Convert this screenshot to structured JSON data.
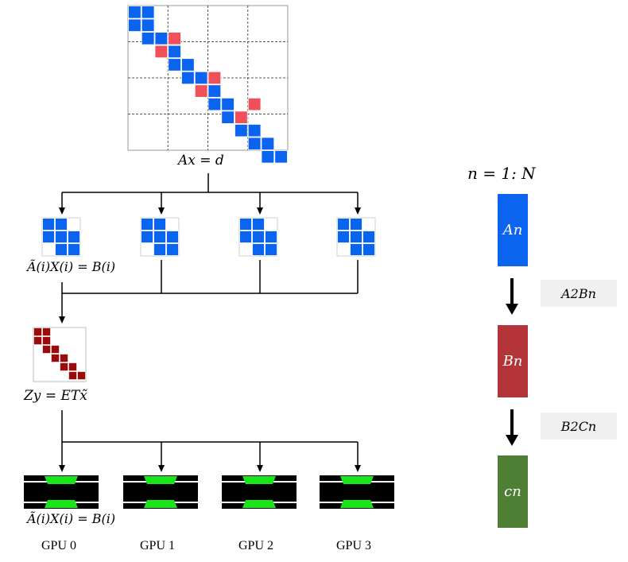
{
  "colors": {
    "matrix_blue": "#0a64f0",
    "matrix_red": "#f0505a",
    "reduced_dark_red": "#9a0b0b",
    "gpu_black": "#000000",
    "gpu_green": "#19e619",
    "box_A": "#0a64f0",
    "box_B": "#b3353a",
    "box_C": "#4f7f34",
    "tag_bg": "#f0f0f0"
  },
  "labels": {
    "full_system": "Ax = d",
    "sub_system_top": "Ã(i)X(i) = B(i)",
    "reduced_system": "Zy = ETx̃",
    "sub_system_bottom": "Ã(i)X(i) = B(i)"
  },
  "gpus": [
    "GPU 0",
    "GPU 1",
    "GPU 2",
    "GPU 3"
  ],
  "pipeline": {
    "loop_label": "n = 1: N",
    "stages": [
      "An",
      "Bn",
      "cn"
    ],
    "transfers": [
      "A2Bn",
      "B2Cn"
    ]
  }
}
